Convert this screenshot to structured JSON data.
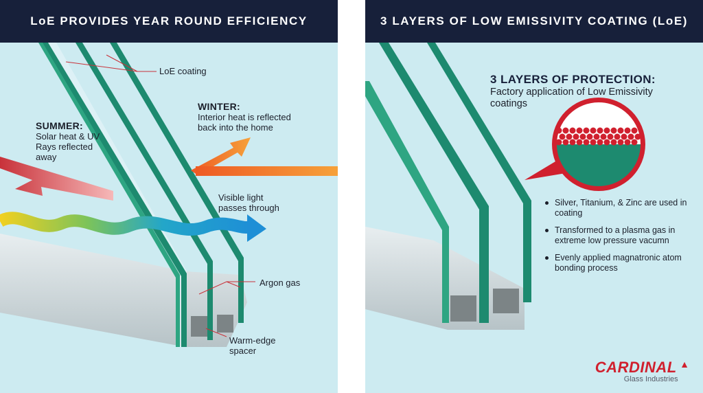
{
  "left": {
    "title": "LoE PROVIDES YEAR ROUND EFFICIENCY",
    "labels": {
      "loe_coating": "LoE coating",
      "winter_heading": "WINTER:",
      "winter_text": "Interior heat is reflected back into the home",
      "summer_heading": "SUMMER:",
      "summer_text": "Solar heat & UV Rays reflected away",
      "visible_light": "Visible light passes through",
      "argon_gas": "Argon gas",
      "spacer": "Warm-edge spacer"
    }
  },
  "right": {
    "title": "3 LAYERS OF LOW EMISSIVITY COATING (LoE)",
    "protection_heading": "3 LAYERS OF PROTECTION:",
    "protection_text": "Factory application of Low Emissivity coatings",
    "bullets": [
      "Silver, Titanium, & Zinc are used in coating",
      "Transformed to a plasma gas in extreme low pressure vacumn",
      "Evenly applied magnatronic atom bonding process"
    ]
  },
  "logo": {
    "name": "CARDINAL",
    "tagline": "Glass Industries"
  },
  "colors": {
    "banner": "#17203a",
    "background": "#cdebf1",
    "glass_edge": "#1d8a6f",
    "heat_red": "#c8323a",
    "heat_orange": "#f47a2a",
    "light_blue": "#1e9bd7",
    "brand_red": "#d0202e"
  },
  "icons": [
    "cardinal-bird-icon",
    "coating-magnifier-icon"
  ]
}
